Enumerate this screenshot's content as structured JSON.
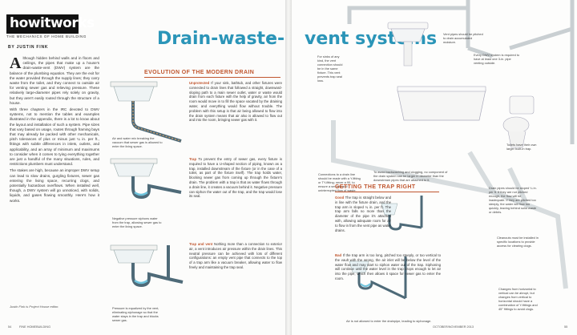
{
  "header": {
    "logo": "howitworks",
    "logo_sub": "THE MECHANICS OF HOME BUILDING",
    "byline": "BY JUSTIN FINK"
  },
  "headline": {
    "part1": "Drain-waste-",
    "part2": "-",
    "part3": "vent systems"
  },
  "body": {
    "dropcap": "A",
    "p1": "lthough hidden behind walls and in floors and ceilings, the pipes that make up a house's drain-waste-vent (DWV) system are the balance of the plumbing equation. They are the exit for the water provided through the supply lines; they carry waste from the toilet, and they connect to outside air for venting sewer gas and relieving pressure. These relatively large-diameter pipes rely solely on gravity, but they aren't easily routed through the structure of a house.",
    "p2": "With three chapters in the IRC devoted to DWV systems, not to mention the tables and examples illustrated in the appendix, there is a lot to know about the layout and installation of such a system. Pipe sizes that vary based on usage, routes through framing bays that may already be packed with other mechanicals, pitch tolerances of plus or minus just ¼ in. per ft., fittings with subtle differences in inlets, outlets, and applicability, and an array of minimum and maximums to consider when it comes to tying everything together are just a handful of the many situations, rules, and restrictions plumbers must understand.",
    "p3": "The stakes are high, because an improper DWV setup can lead to slow drains, gurgling fixtures, sewer gas entering the living space, recurring clogs, and potentially hazardous overflows. When installed well, though, a DWV system will go unnoticed, with solids, liquids, and gases flowing smoothly. Here's how it works.",
    "credit": "Justin Fink is Project House editor."
  },
  "evolution": {
    "title": "EVOLUTION OF THE MODERN DRAIN",
    "unprotected_head": "Unprotected",
    "unprotected_text": "If your sink, bathtub, and other fixtures were connected to drain lines that followed a straight, downward-sloping path to a main sewer outlet, water or waste would drain from each fixture with the help of gravity, air from the room would move in to fill the space vacated by the draining water, and everything would flow without trouble. The problem with this setup is that air being allowed to flow into the drain system means that air also is allowed to flow out and into the room, bringing sewer gas with it.",
    "trap_head": "Trap",
    "trap_text": "To prevent the entry of sewer gas, every fixture is required to have a U-shaped section of piping, known as a trap, installed downstream of the fixture (or in the case of a toilet, as part of the fixture itself). The trap holds water, blocking sewer gas from coming up through the fixture's drain. The problem with a trap is that as water flows through a drain line, it creates a vacuum behind it. Negative pressure can siphon the water out of the trap, and the trap would lose its seal.",
    "vent_head": "Trap and vent",
    "vent_text": "Nothing more than a connection to exterior air, a vent introduces air pressure within the drain lines. This neutral pressure can be achieved with lots of different configurations: an empty vent pipe that connects to the top of a trap arm like a vacuum breaker, allowing water to flow freely and maintaining the trap seal.",
    "cap_a": "Air and water mix breaking the vacuum that sewer gas is allowed to enter the living space.",
    "cap_b": "Negative pressure siphons water from the trap, allowing sewer gas to enter the living space.",
    "cap_c": "Pressure is equalized by the vent, eliminating siphonage so that the water stays in the trap and blocks sewer gas."
  },
  "trap_right": {
    "title": "GETTING THE TRAP RIGHT",
    "good_head": "Good",
    "good_text": "The trap is straight below and in line with the fixture drain, and the trap arm is sloped ¼ in. per ft. The trap arm falls no more than the diameter of the pipe it's attached with, allowing adequate room for air to flow in from the vent pipe as water drains.",
    "bad_head": "Bad",
    "bad_text": "If the trap arm is too long, pitched too steeply, or too vertical to the vault with the wrong, the air inlet will be below the level of the water flow and may start to siphon water out of the trap. Siphoning will continue until the water level in the trap drops enough to let air into the pipe, which then allows it space for sewer gas to enter the room.",
    "cap_bad": "Air is not allowed to enter the drainpipe, leading to siphonage."
  },
  "diagram_labels": {
    "r1": "For sinks of any kind, the vent connection should be in the same fixture. This vent prevents trap seal loss.",
    "r2": "Vent pipes should be pitched to drain accumulated moisture.",
    "r3": "Every DWV system is required to have at least one 3-in. pipe venting outside.",
    "r4": "To avoid backwashing and clogging, no component of the drain system can be larger in diameter than the downstream pipes that are attached to it.",
    "r5": "Connections to a drain line should be made with a Y-fitting or TY-fitting; never a 90, to ensure a smooth and uninterrupted flow of waste.",
    "r6": "Toilets have their own larger built-in trap.",
    "r7": "Drain pipes should be sloped ¼ in. per ft. If they are not pitched enough, the flow will be inadequate. If they are pitched too steeply, the water will flow too quickly, leaving behind solid waste or debris.",
    "r8": "Cleanouts must be installed in specific locations to provide access for clearing clogs.",
    "r9": "Changes from horizontal to vertical can be abrupt, but changes from vertical to horizontal should have a combination of Y-fittings and 45° fittings to avoid clogs."
  },
  "footer": {
    "left_page": "54",
    "left_title": "FINE HOMEBUILDING",
    "right_title": "OCTOBER/NOVEMBER 2013",
    "right_page": "55"
  }
}
